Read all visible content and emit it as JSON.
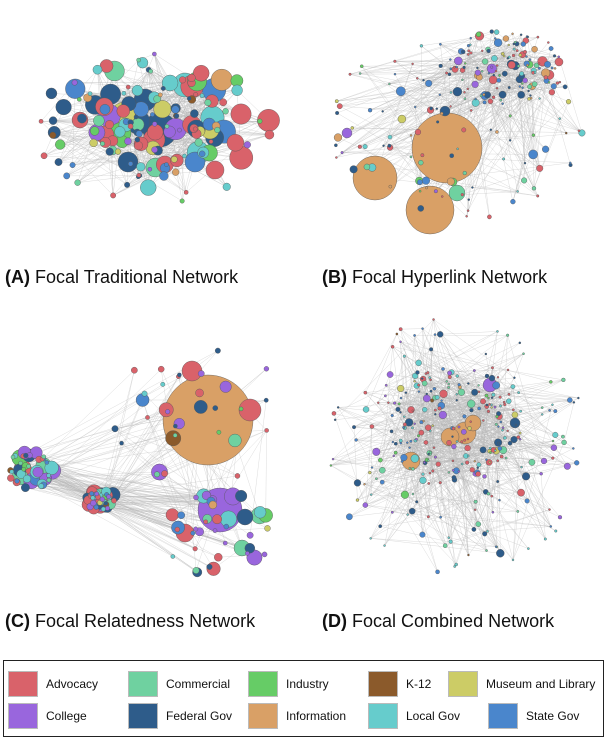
{
  "colors": {
    "Advocacy": "#d9626a",
    "Commercial": "#6fd1a0",
    "Industry": "#66cc66",
    "K-12": "#8b5a2b",
    "Museum and Library": "#cccc66",
    "College": "#9966dd",
    "Federal Gov": "#2e5c8a",
    "Information": "#d9a066",
    "Local Gov": "#66cccc",
    "State Gov": "#4a86cc",
    "edge": "#b8b8b8"
  },
  "panels": [
    {
      "id": "A",
      "letter": "(A)",
      "title": "Focal Traditional Network"
    },
    {
      "id": "B",
      "letter": "(B)",
      "title": "Focal Hyperlink Network"
    },
    {
      "id": "C",
      "letter": "(C)",
      "title": "Focal Relatedness Network"
    },
    {
      "id": "D",
      "letter": "(D)",
      "title": "Focal Combined Network"
    }
  ],
  "legend": [
    {
      "label": "Advocacy",
      "color": "#d9626a"
    },
    {
      "label": "Commercial",
      "color": "#6fd1a0"
    },
    {
      "label": "Industry",
      "color": "#66cc66"
    },
    {
      "label": "K-12",
      "color": "#8b5a2b"
    },
    {
      "label": "Museum and Library",
      "color": "#cccc66"
    },
    {
      "label": "College",
      "color": "#9966dd"
    },
    {
      "label": "Federal Gov",
      "color": "#2e5c8a"
    },
    {
      "label": "Information",
      "color": "#d9a066"
    },
    {
      "label": "Local Gov",
      "color": "#66cccc"
    },
    {
      "label": "State Gov",
      "color": "#4a86cc"
    }
  ]
}
